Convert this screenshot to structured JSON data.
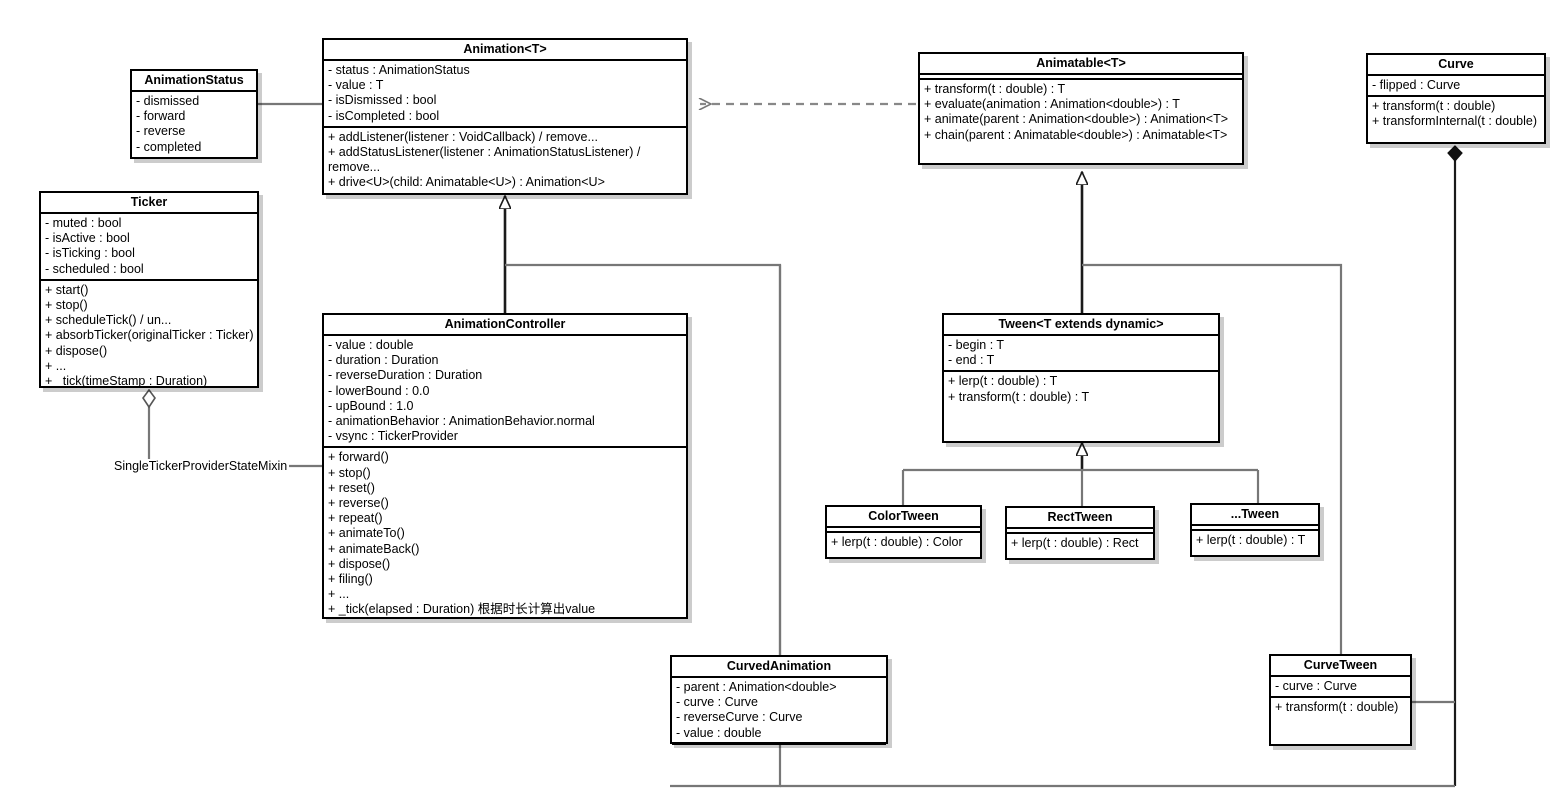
{
  "diagram": {
    "title": "Flutter Animation UML class diagram",
    "line_color": "#777777",
    "box_border_color": "#000000",
    "background": "#ffffff"
  },
  "classes": {
    "animation_status": {
      "name": "AnimationStatus",
      "attributes": [
        "- dismissed",
        "- forward",
        "- reverse",
        "- completed"
      ],
      "methods": []
    },
    "animation": {
      "name": "Animation<T>",
      "attributes": [
        "- status : AnimationStatus",
        "- value : T",
        "- isDismissed : bool",
        "- isCompleted : bool"
      ],
      "methods": [
        "+ addListener(listener : VoidCallback) / remove...",
        "+ addStatusListener(listener : AnimationStatusListener)  / remove...",
        "+ drive<U>(child: Animatable<U>) : Animation<U>"
      ]
    },
    "animatable": {
      "name": "Animatable<T>",
      "attributes": [],
      "methods": [
        "+ transform(t : double) : T",
        "+ evaluate(animation : Animation<double>) : T",
        "+ animate(parent : Animation<double>)  : Animation<T>",
        "+ chain(parent : Animatable<double>) : Animatable<T>"
      ]
    },
    "curve": {
      "name": "Curve",
      "attributes": [
        "- flipped : Curve"
      ],
      "methods": [
        "+ transform(t : double)",
        "+ transformInternal(t : double)"
      ]
    },
    "ticker": {
      "name": "Ticker",
      "attributes": [
        "- muted : bool",
        "- isActive : bool",
        "- isTicking : bool",
        "- scheduled : bool"
      ],
      "methods": [
        "+ start()",
        "+ stop()",
        "+ scheduleTick() / un...",
        "+ absorbTicker(originalTicker : Ticker)",
        "+ dispose()",
        "+ ...",
        "+ _tick(timeStamp : Duration)"
      ]
    },
    "animation_controller": {
      "name": "AnimationController",
      "attributes": [
        "- value : double",
        "- duration : Duration",
        "- reverseDuration : Duration",
        "- lowerBound : 0.0",
        "- upBound : 1.0",
        "- animationBehavior : AnimationBehavior.normal",
        "- vsync : TickerProvider"
      ],
      "methods": [
        "+ forward()",
        "+ stop()",
        "+ reset()",
        "+ reverse()",
        "+ repeat()",
        "+ animateTo()",
        "+ animateBack()",
        "+ dispose()",
        "+ filing()",
        "+ ...",
        "+ _tick(elapsed : Duration) 根据时长计算出value"
      ]
    },
    "tween": {
      "name": "Tween<T extends dynamic>",
      "attributes": [
        "- begin : T",
        "- end : T"
      ],
      "methods": [
        "+ lerp(t : double) : T",
        "+ transform(t : double) : T"
      ]
    },
    "color_tween": {
      "name": "ColorTween",
      "attributes": [],
      "methods": [
        "+ lerp(t : double)  : Color"
      ]
    },
    "rect_tween": {
      "name": "RectTween",
      "attributes": [],
      "methods": [
        "+ lerp(t : double) : Rect"
      ]
    },
    "other_tween": {
      "name": "...Tween",
      "attributes": [],
      "methods": [
        "+ lerp(t : double) : T"
      ]
    },
    "curved_animation": {
      "name": "CurvedAnimation",
      "attributes": [
        "- parent : Animation<double>",
        "- curve : Curve",
        "- reverseCurve : Curve",
        "- value : double"
      ],
      "methods": []
    },
    "curve_tween": {
      "name": "CurveTween",
      "attributes": [
        "- curve : Curve"
      ],
      "methods": [
        "+ transform(t : double)"
      ]
    }
  },
  "labels": {
    "mixin": "SingleTickerProviderStateMixin"
  },
  "relationships": [
    {
      "from": "AnimationStatus",
      "to": "Animation<T>",
      "type": "association"
    },
    {
      "from": "Animatable<T>",
      "to": "Animation<T>",
      "type": "dependency"
    },
    {
      "from": "AnimationController",
      "to": "Animation<T>",
      "type": "generalization"
    },
    {
      "from": "CurvedAnimation",
      "to": "Animation<T>",
      "type": "generalization"
    },
    {
      "from": "Tween<T extends dynamic>",
      "to": "Animatable<T>",
      "type": "generalization"
    },
    {
      "from": "CurveTween",
      "to": "Animatable<T>",
      "type": "generalization"
    },
    {
      "from": "ColorTween",
      "to": "Tween<T extends dynamic>",
      "type": "generalization"
    },
    {
      "from": "RectTween",
      "to": "Tween<T extends dynamic>",
      "type": "generalization"
    },
    {
      "from": "...Tween",
      "to": "Tween<T extends dynamic>",
      "type": "generalization"
    },
    {
      "from": "Ticker",
      "to": "SingleTickerProviderStateMixin",
      "type": "aggregation"
    },
    {
      "from": "SingleTickerProviderStateMixin",
      "to": "AnimationController",
      "type": "association"
    },
    {
      "from": "Curve",
      "to": "CurveTween",
      "type": "composition"
    },
    {
      "from": "Curve",
      "to": "CurvedAnimation",
      "type": "composition"
    }
  ]
}
